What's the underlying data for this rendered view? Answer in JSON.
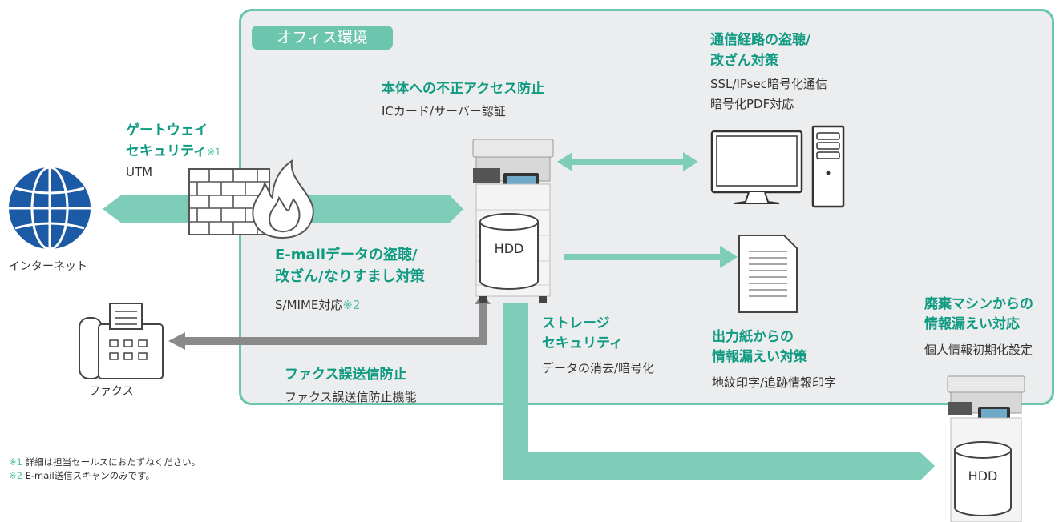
{
  "office": {
    "label": "オフィス環境"
  },
  "internet": {
    "label": "インターネット"
  },
  "fax": {
    "label": "ファクス"
  },
  "gateway": {
    "title_line1": "ゲートウェイ",
    "title_line2": "セキュリティ",
    "note_mark": "※1",
    "desc": "UTM"
  },
  "access": {
    "title": "本体への不正アクセス防止",
    "desc": "ICカード/サーバー認証"
  },
  "comm": {
    "title_line1": "通信経路の盗聴/",
    "title_line2": "改ざん対策",
    "desc_line1": "SSL/IPsec暗号化通信",
    "desc_line2": "暗号化PDF対応"
  },
  "email": {
    "title_line1": "E-mailデータの盗聴/",
    "title_line2": "改ざん/なりすまし対策",
    "desc": "S/MIME対応",
    "note_mark": "※2"
  },
  "storage": {
    "title_line1": "ストレージ",
    "title_line2": "セキュリティ",
    "desc": "データの消去/暗号化"
  },
  "paper": {
    "title_line1": "出力紙からの",
    "title_line2": "情報漏えい対策",
    "desc": "地紋印字/追跡情報印字"
  },
  "faxmis": {
    "title": "ファクス誤送信防止",
    "desc": "ファクス誤送信防止機能"
  },
  "disposal": {
    "title_line1": "廃棄マシンからの",
    "title_line2": "情報漏えい対応",
    "desc": "個人情報初期化設定"
  },
  "hdd_label": "HDD",
  "notes": [
    {
      "mark": "※1",
      "text": "詳細は担当セールスにおたずねください。"
    },
    {
      "mark": "※2",
      "text": "E-mail送信スキャンのみです。"
    }
  ],
  "colors": {
    "accent": "#6cc5ad",
    "heading": "#0f9a82",
    "arrow": "#7dcdb8",
    "globe": "#1d5aa6",
    "fax_arrow": "#8a8a8a",
    "office_bg": "#ecedee"
  },
  "icons": [
    "globe-icon",
    "firewall-icon",
    "fire-icon",
    "mfp-icon",
    "hdd-icon",
    "computer-icon",
    "document-icon",
    "fax-icon"
  ]
}
